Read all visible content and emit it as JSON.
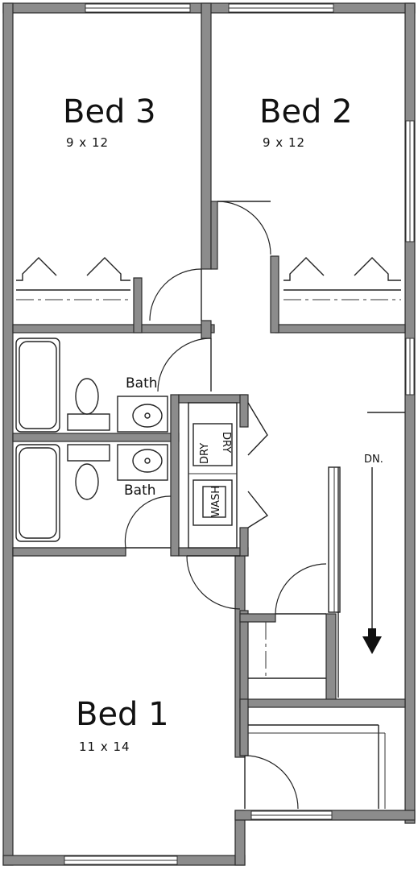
{
  "rooms": {
    "bed3": {
      "name": "Bed 3",
      "size": "9 x 12"
    },
    "bed2": {
      "name": "Bed 2",
      "size": "9 x 12"
    },
    "bed1": {
      "name": "Bed 1",
      "size": "11 x 14"
    }
  },
  "baths": {
    "upper": "Bath",
    "lower": "Bath"
  },
  "laundry": {
    "dryer": "DRY",
    "washer": "WASH"
  },
  "stairs": {
    "direction": "DN."
  },
  "colors": {
    "wall": "#8c8c8c",
    "line": "#222222",
    "background": "#ffffff"
  }
}
